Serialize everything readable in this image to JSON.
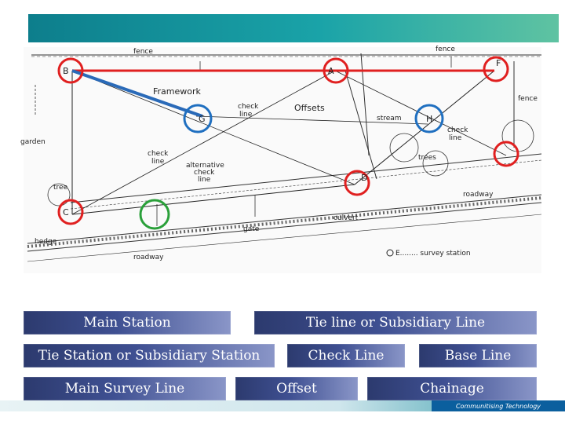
{
  "diagram": {
    "labels": {
      "fence_left": "fence",
      "fence_right": "fence",
      "fence_side": "fence",
      "framework": "Framework",
      "offsets": "Offsets",
      "check_line_1": "check",
      "check_line_1b": "line",
      "check_line_2": "check",
      "check_line_2b": "line",
      "check_line_3": "check",
      "check_line_3b": "line",
      "alt_check_1": "alternative",
      "alt_check_2": "check",
      "alt_check_3": "line",
      "stream": "stream",
      "trees": "trees",
      "garden": "garden",
      "tree": "tree",
      "hedge": "hedge",
      "roadway_bottom": "roadway",
      "roadway_right": "roadway",
      "gate": "gate",
      "culvert": "culvert",
      "station_legend": "E........ survey station"
    },
    "stations": {
      "B": "B",
      "A": "A",
      "F": "F",
      "G": "G",
      "H": "H",
      "C": "C",
      "D": "D"
    },
    "highlight_colors": {
      "main_station": "#e02020",
      "tie_station": "#1f6fc0",
      "offset": "#2aa03a",
      "base_line": "#e02020",
      "survey_line": "#2a6ab8"
    }
  },
  "legend": {
    "main_station": "Main Station",
    "tie_line": "Tie line or Subsidiary Line",
    "tie_station": "Tie Station or Subsidiary Station",
    "check_line": "Check Line",
    "base_line": "Base Line",
    "main_survey_line": "Main Survey Line",
    "offset": "Offset",
    "chainage": "Chainage"
  },
  "footer": {
    "brand": "Communitising Technology"
  }
}
